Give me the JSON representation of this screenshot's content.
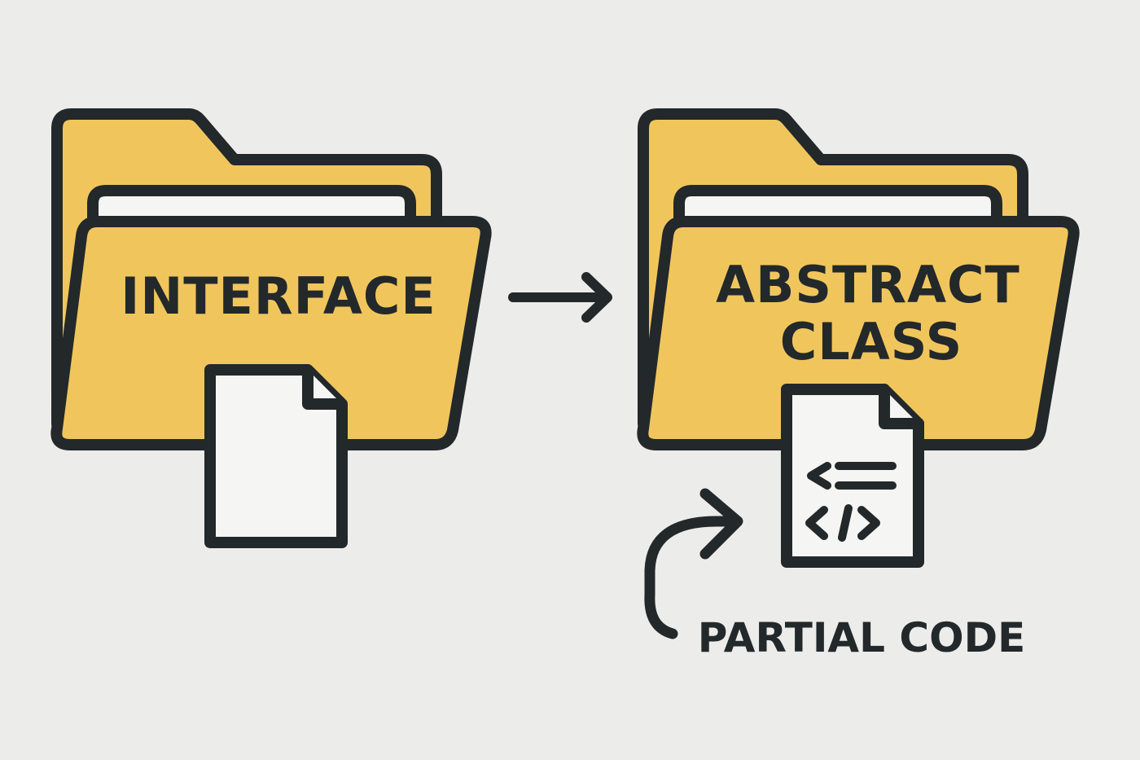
{
  "left_folder": {
    "label": "INTERFACE",
    "document_icon": "blank-document-icon"
  },
  "flow_arrow_icon": "right-arrow-icon",
  "right_folder": {
    "label_line1": "ABSTRACT",
    "label_line2": "CLASS",
    "document_icon": "code-document-icon"
  },
  "callout": {
    "label": "PARTIAL CODE",
    "arrow_icon": "curved-arrow-icon"
  },
  "colors": {
    "background": "#ececea",
    "folder_fill": "#f0c65c",
    "outline": "#23282b",
    "paper": "#f5f5f3"
  }
}
